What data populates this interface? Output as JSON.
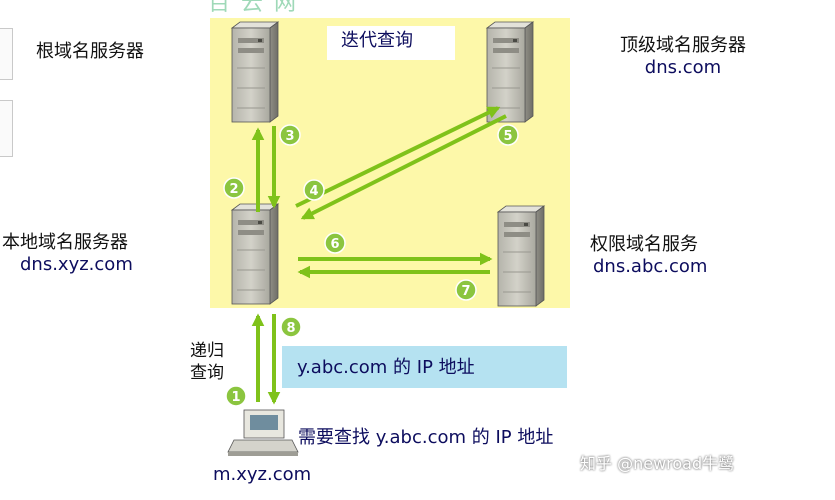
{
  "top_watermark": "百 云 网",
  "iterative_query_label": "迭代查询",
  "recursive_query_label": "递归\n查询",
  "servers": {
    "root": {
      "name": "根域名服务器",
      "domain": ""
    },
    "tld": {
      "name": "顶级域名服务器",
      "domain": "dns.com"
    },
    "local": {
      "name": "本地域名服务器",
      "domain": "dns.xyz.com"
    },
    "authoritative": {
      "name": "权限域名服务",
      "domain": "dns.abc.com"
    }
  },
  "host": {
    "domain": "m.xyz.com",
    "request_text": "需要查找 y.abc.com 的 IP 地址"
  },
  "answer_box_text": "y.abc.com 的 IP 地址",
  "steps": [
    "1",
    "2",
    "3",
    "4",
    "5",
    "6",
    "7",
    "8"
  ],
  "watermark_bottom": "知乎 @newroad牛鹭",
  "colors": {
    "iterative_area": "#fdf8a9",
    "arrow_green": "#7fc21a",
    "badge_green": "#8bc53f",
    "answer_box": "#b5e2f1",
    "server_body": "#c9c8c0",
    "watermark": "#9fd9b8"
  }
}
